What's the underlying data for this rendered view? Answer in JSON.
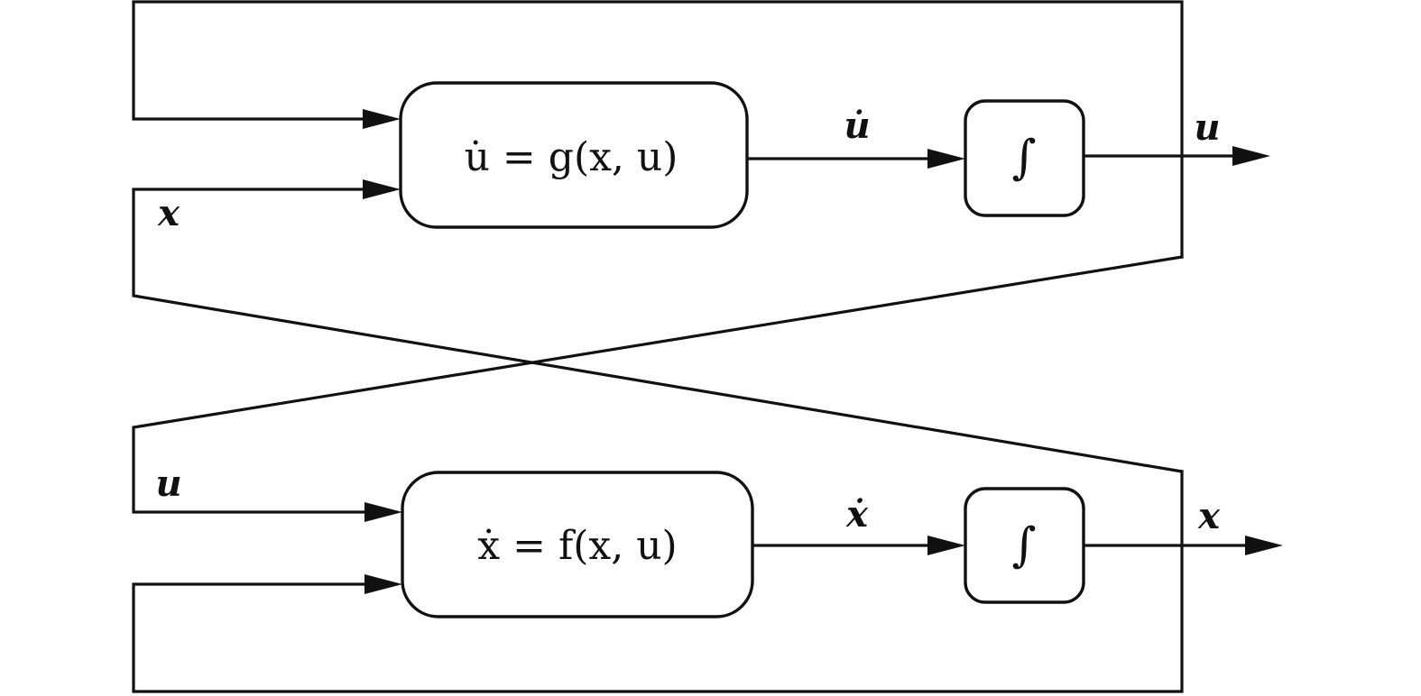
{
  "blocks": {
    "u_dynamics": {
      "equation": "u̇ = g(x, u)"
    },
    "x_dynamics": {
      "equation": "ẋ = f(x, u)"
    },
    "integrator_top": {
      "symbol": "∫"
    },
    "integrator_bottom": {
      "symbol": "∫"
    }
  },
  "signals": {
    "u_dot": "u̇",
    "u_out": "u",
    "x_feedback": "x",
    "u_feedback": "u",
    "x_dot": "ẋ",
    "x_out": "x"
  }
}
